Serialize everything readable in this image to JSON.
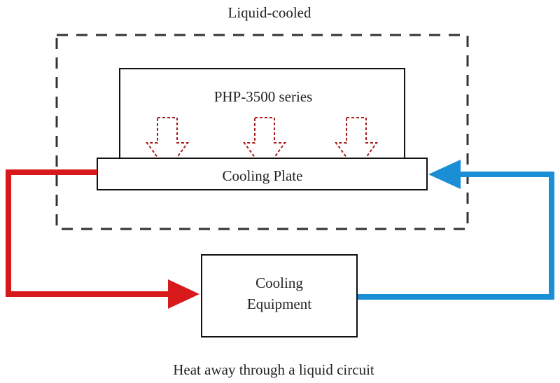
{
  "enclosure": {
    "label": "Liquid-cooled"
  },
  "device": {
    "label": "PHP-3500 series"
  },
  "cooling_plate": {
    "label": "Cooling Plate"
  },
  "cooling_equipment": {
    "label_line1": "Cooling",
    "label_line2": "Equipment"
  },
  "caption": "Heat away through a liquid circuit",
  "colors": {
    "hot_line": "#d7191c",
    "cold_line": "#1a8fd6",
    "heat_arrow": "#a61b1b",
    "outline": "#111111",
    "dashed_border": "#333333"
  },
  "heat_arrow_count": 3
}
